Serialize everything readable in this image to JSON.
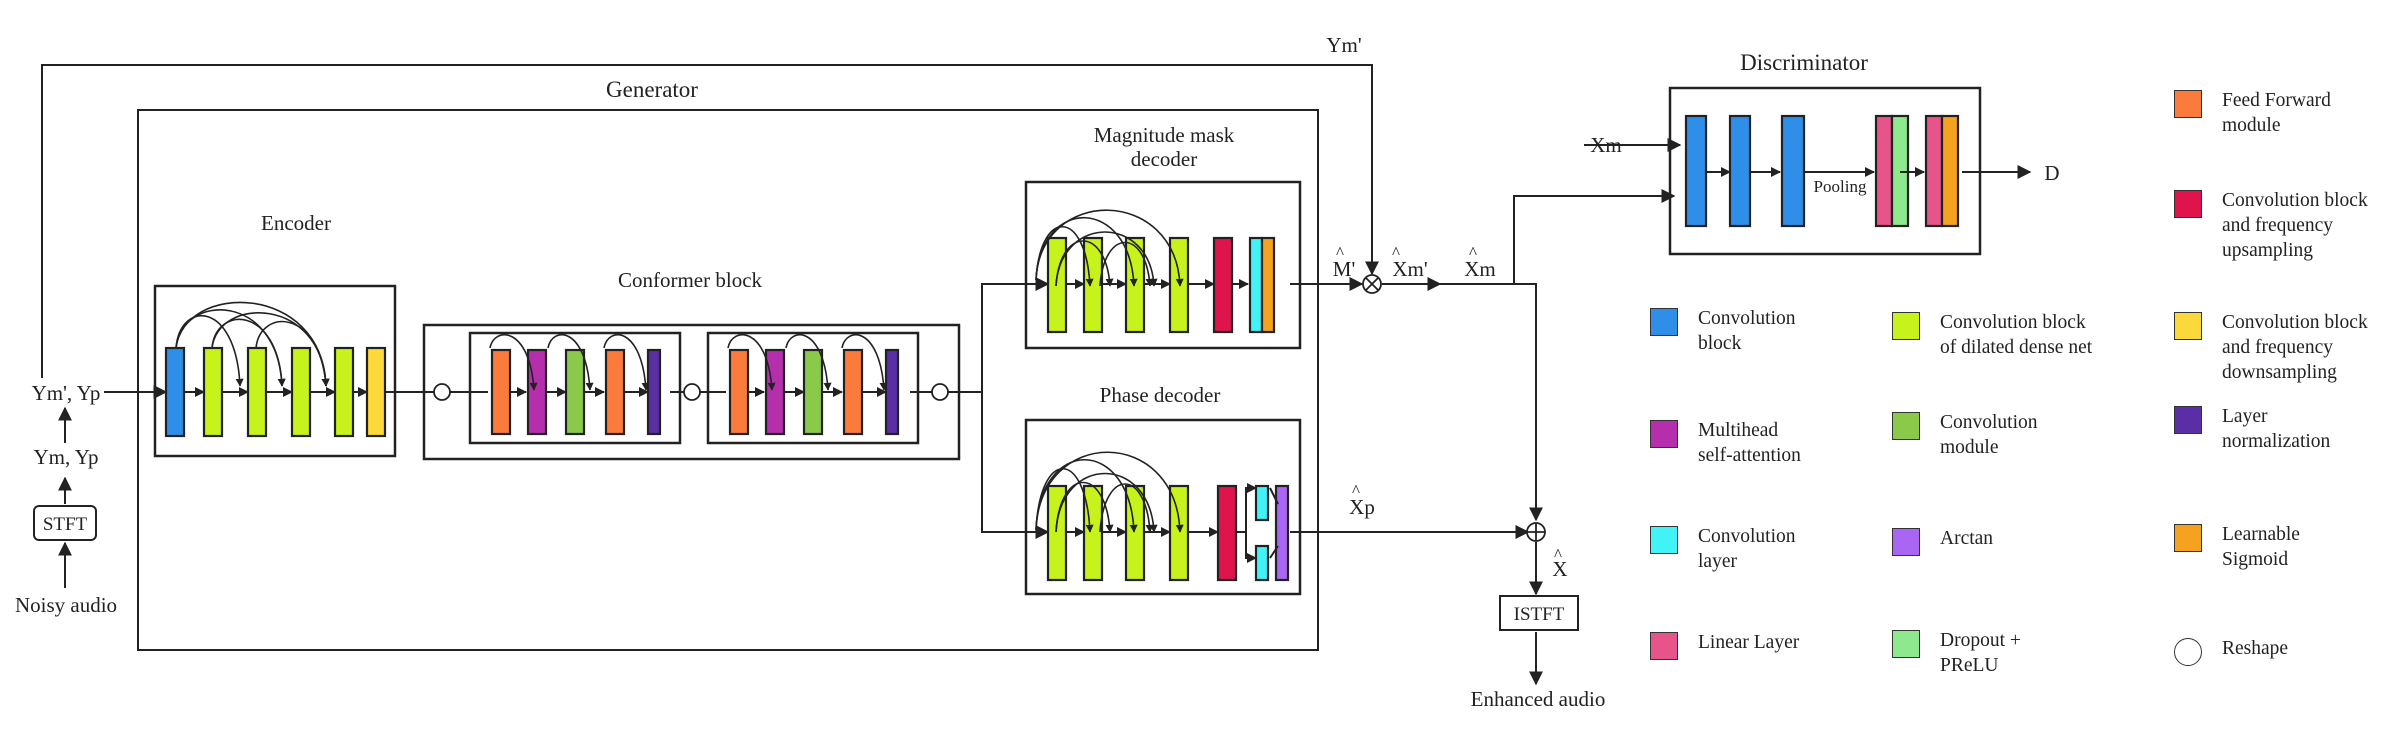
{
  "labels": {
    "generator_title": "Generator",
    "discriminator_title": "Discriminator",
    "encoder": "Encoder",
    "conformer": "Conformer block",
    "mag_decoder_line1": "Magnitude mask",
    "mag_decoder_line2": "decoder",
    "phase_decoder": "Phase decoder",
    "input_audio": "Noisy audio",
    "stft": "STFT",
    "ym_yp": "Ym, Yp",
    "ym_prime_yp": "Ym', Yp",
    "ym_prime_top": "Ym'",
    "m_prime": "M'",
    "xm_prime": "Xm'",
    "xm": "Xm",
    "xp": "Xp",
    "x": "X",
    "hat": "^",
    "disc_input": "Xm",
    "pooling": "Pooling",
    "disc_output": "D",
    "istft": "ISTFT",
    "output_audio": "Enhanced audio"
  },
  "colors": {
    "conv_block": "#2f8fe8",
    "dilated_dense": "#c8f21c",
    "freq_down": "#fcd93a",
    "feed_forward": "#fa7b3c",
    "mhsa": "#b52fad",
    "conv_module": "#8bc94a",
    "layer_norm": "#5a2fa6",
    "conv_up": "#e0144d",
    "conv_layer": "#41f2f7",
    "arctan": "#a866f2",
    "learnable_sigmoid": "#f6a221",
    "linear": "#e6548a",
    "dropout_prelu": "#8ee88e"
  },
  "legend": [
    {
      "label": "Feed Forward\nmodule",
      "color": "#fa7b3c"
    },
    {
      "label": "Convolution block\nand frequency\nupsampling",
      "color": "#e0144d"
    },
    {
      "label": "Convolution block\nand frequency\ndownsampling",
      "color": "#fcd93a"
    },
    {
      "label": "Layer\nnormalization",
      "color": "#5a2fa6"
    },
    {
      "label": "Learnable\nSigmoid",
      "color": "#f6a221"
    },
    {
      "label": "Reshape",
      "color": "#ffffff",
      "shape": "circle"
    },
    {
      "label": "Convolution\nblock",
      "color": "#2f8fe8"
    },
    {
      "label": "Multihead\nself-attention",
      "color": "#b52fad"
    },
    {
      "label": "Convolution\nlayer",
      "color": "#41f2f7"
    },
    {
      "label": "Linear Layer",
      "color": "#e6548a"
    },
    {
      "label": "Convolution block\nof dilated dense net",
      "color": "#c8f21c"
    },
    {
      "label": "Convolution\nmodule",
      "color": "#8bc94a"
    },
    {
      "label": "Arctan",
      "color": "#a866f2"
    },
    {
      "label": "Dropout +\nPReLU",
      "color": "#8ee88e"
    }
  ]
}
